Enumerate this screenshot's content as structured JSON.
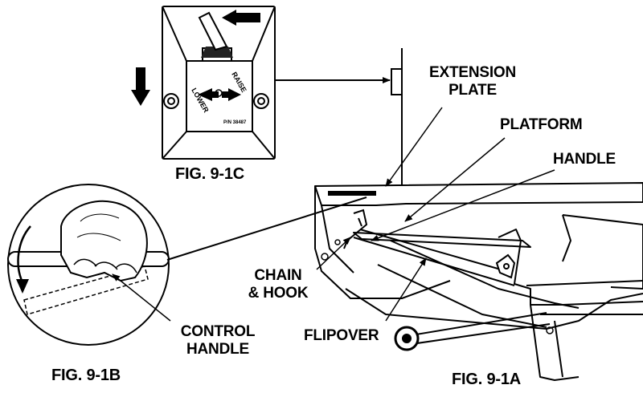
{
  "labels": {
    "extension_plate": [
      "EXTENSION",
      "PLATE"
    ],
    "platform": "PLATFORM",
    "handle": "HANDLE",
    "chain_hook": [
      "CHAIN",
      "& HOOK"
    ],
    "control_handle": [
      "CONTROL",
      "HANDLE"
    ],
    "flipover": "FLIPOVER"
  },
  "figures": {
    "fig_a": "FIG. 9-1A",
    "fig_b": "FIG. 9-1B",
    "fig_c": "FIG. 9-1C"
  },
  "switch_plate": {
    "raise": "RAISE",
    "lower": "LOWER",
    "part_no": "P/N 38487"
  }
}
